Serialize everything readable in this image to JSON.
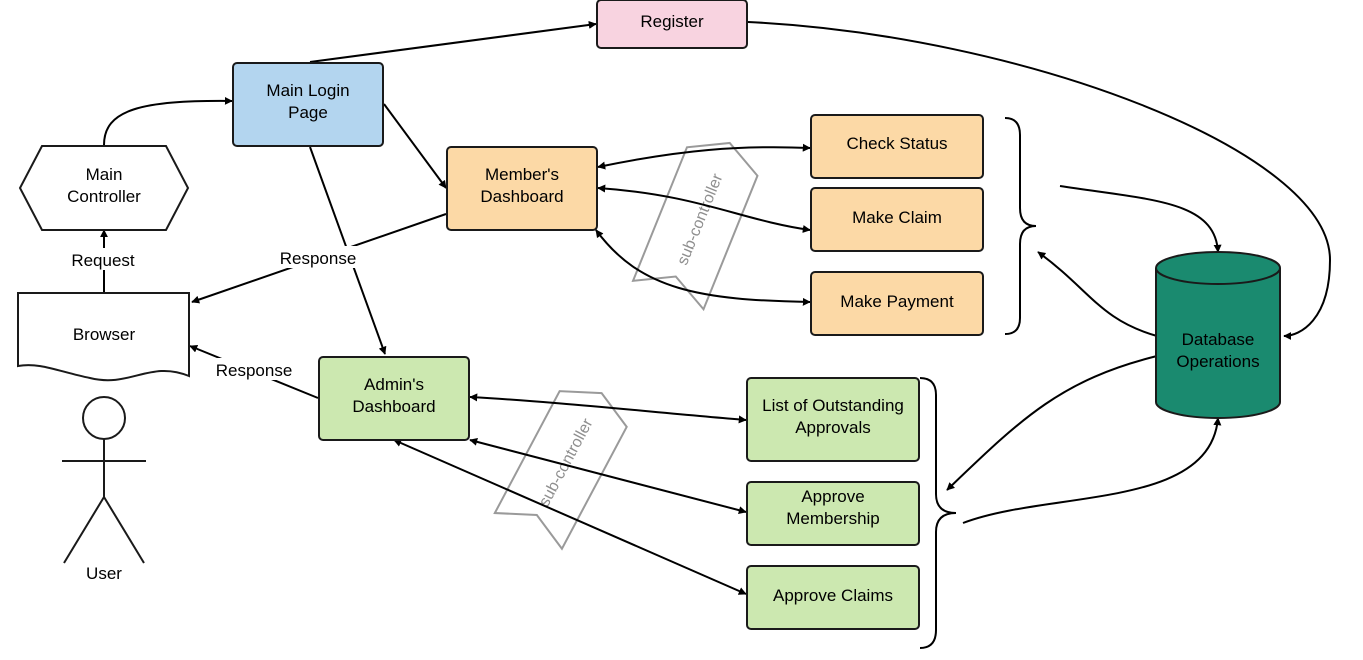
{
  "colors": {
    "register": "#f8d3e0",
    "login": "#b3d5ef",
    "member": "#fcd9a6",
    "admin": "#cce8b0",
    "database": "#1a8a6f",
    "white": "#ffffff"
  },
  "nodes": {
    "register": {
      "label": "Register"
    },
    "main_login": {
      "line1": "Main Login",
      "line2": "Page"
    },
    "main_controller": {
      "line1": "Main",
      "line2": "Controller"
    },
    "browser": {
      "label": "Browser"
    },
    "user": {
      "label": "User"
    },
    "members_dashboard": {
      "line1": "Member's",
      "line2": "Dashboard"
    },
    "admins_dashboard": {
      "line1": "Admin's",
      "line2": "Dashboard"
    },
    "check_status": {
      "label": "Check Status"
    },
    "make_claim": {
      "label": "Make Claim"
    },
    "make_payment": {
      "label": "Make Payment"
    },
    "list_outstanding": {
      "line1": "List of Outstanding",
      "line2": "Approvals"
    },
    "approve_membership": {
      "line1": "Approve",
      "line2": "Membership"
    },
    "approve_claims": {
      "label": "Approve Claims"
    },
    "database": {
      "line1": "Database",
      "line2": "Operations"
    }
  },
  "edge_labels": {
    "request": "Request",
    "response_member": "Response",
    "response_admin": "Response"
  },
  "watermarks": {
    "member": "sub-controller",
    "admin": "sub-controller"
  }
}
